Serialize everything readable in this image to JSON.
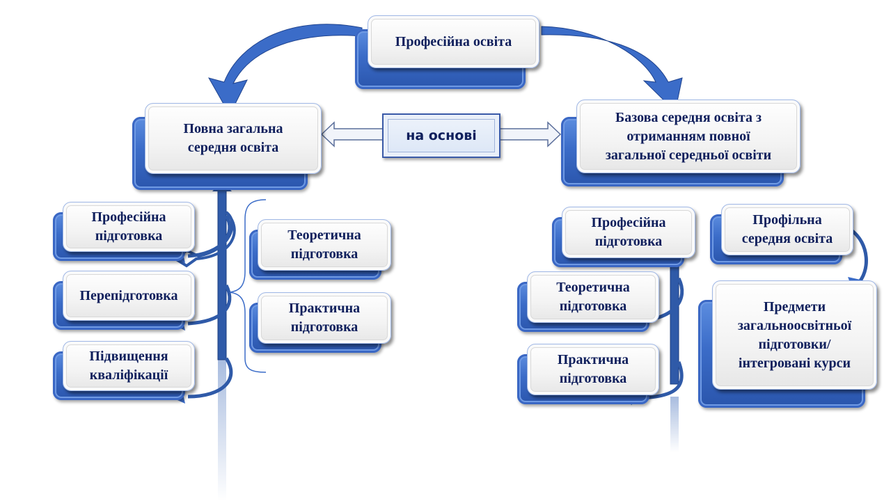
{
  "diagram": {
    "root": "Професійна освіта",
    "left_branch": {
      "title": "Повна загальна\nсередня освіта",
      "items": [
        "Професійна\nпідготовка",
        "Перепідготовка",
        "Підвищення\nкваліфікації"
      ],
      "sub_items": [
        "Теоретична\nпідготовка",
        "Практична\nпідготовка"
      ]
    },
    "connector_label": "на основі",
    "right_branch": {
      "title": "Базова середня освіта з\nотриманням повної\nзагальної середньої освіти",
      "items": [
        "Професійна\nпідготовка",
        "Теоретична\nпідготовка",
        "Практична\nпідготовка"
      ],
      "profile": "Профільна\nсередня освіта",
      "subjects": "Предмети\nзагальноосвітньої\nпідготовки/\nінтегровані курси"
    },
    "colors": {
      "accent": "#3b6cc8",
      "text": "#0f1f5c"
    }
  }
}
